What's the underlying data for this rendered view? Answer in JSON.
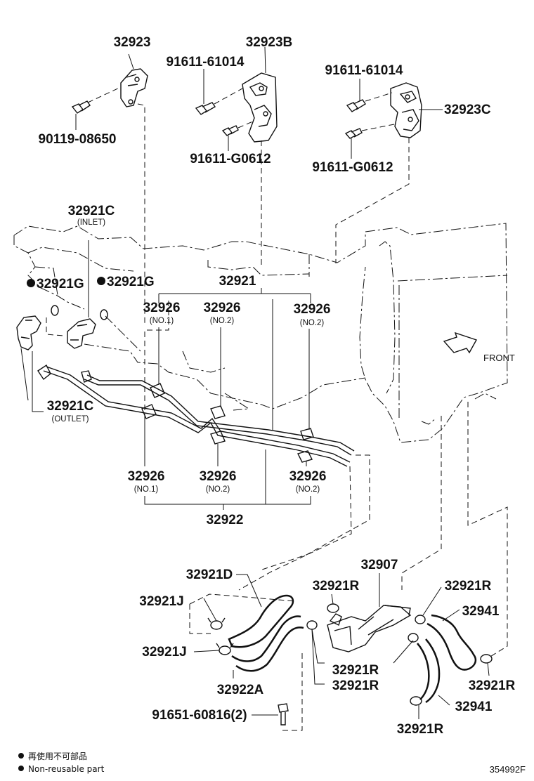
{
  "callouts": {
    "p32923": "32923",
    "p90119_08650": "90119-08650",
    "p32923B": "32923B",
    "p91611_61014_a": "91611-61014",
    "p91611_G0612_a": "91611-G0612",
    "p91611_61014_b": "91611-61014",
    "p32923C": "32923C",
    "p91611_G0612_b": "91611-G0612",
    "p32921C_inlet": "32921C",
    "p32921C_inlet_sub": "(INLET)",
    "p32921G_a": "32921G",
    "p32921G_b": "32921G",
    "p32921": "32921",
    "p32926_t1": "32926",
    "p32926_t1_sub": "(NO.1)",
    "p32926_t2": "32926",
    "p32926_t2_sub": "(NO.2)",
    "p32926_t3": "32926",
    "p32926_t3_sub": "(NO.2)",
    "p32921C_outlet": "32921C",
    "p32921C_outlet_sub": "(OUTLET)",
    "p32926_b1": "32926",
    "p32926_b1_sub": "(NO.1)",
    "p32926_b2": "32926",
    "p32926_b2_sub": "(NO.2)",
    "p32926_b3": "32926",
    "p32926_b3_sub": "(NO.2)",
    "p32922": "32922",
    "front": "FRONT",
    "p32907": "32907",
    "p32921D": "32921D",
    "p32921R_a": "32921R",
    "p32921R_b": "32921R",
    "p32921J_a": "32921J",
    "p32941_a": "32941",
    "p32921J_b": "32921J",
    "p32921R_c": "32921R",
    "p32922A": "32922A",
    "p32921R_d": "32921R",
    "p32921R_e": "32921R",
    "p91651": "91651-60816(2)",
    "p32941_b": "32941",
    "p32921R_f": "32921R"
  },
  "legend": {
    "line1": "再使用不可部品",
    "line2": "Non-reusable part"
  },
  "figure_id": "354992F"
}
